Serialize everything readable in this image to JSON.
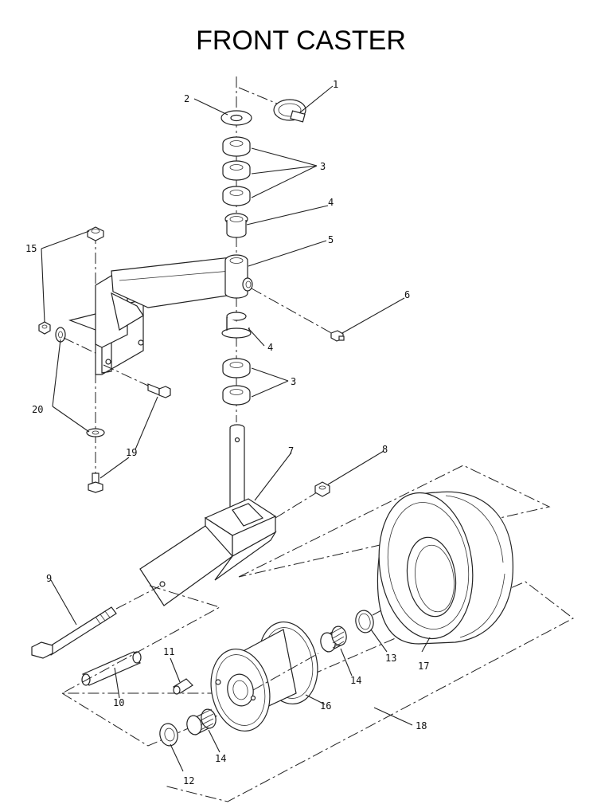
{
  "title": "FRONT CASTER",
  "callouts": {
    "c1": "1",
    "c2": "2",
    "c3a": "3",
    "c3b": "3",
    "c4a": "4",
    "c4b": "4",
    "c5": "5",
    "c6": "6",
    "c7": "7",
    "c8": "8",
    "c9": "9",
    "c10": "10",
    "c11": "11",
    "c12": "12",
    "c13": "13",
    "c14a": "14",
    "c14b": "14",
    "c15": "15",
    "c16": "16",
    "c17": "17",
    "c18": "18",
    "c19": "19",
    "c20": "20"
  }
}
